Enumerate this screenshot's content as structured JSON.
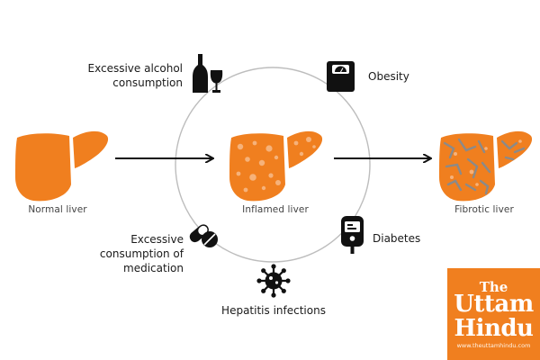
{
  "diagram": {
    "colors": {
      "liver": "#f07f1f",
      "inflammation_spot": "#f6b27a",
      "fibrosis": "#8a8a8a",
      "cycle": "#bdbdbd",
      "arrow": "#111111",
      "logo_bg": "#f07f1f"
    },
    "livers": [
      {
        "id": "normal",
        "label": "Normal liver"
      },
      {
        "id": "inflamed",
        "label": "Inflamed liver"
      },
      {
        "id": "fibrotic",
        "label": "Fibrotic liver"
      }
    ],
    "causes": [
      {
        "id": "alcohol",
        "label": "Excessive alcohol\nconsumption",
        "icon": "wine-bottle-glass-icon"
      },
      {
        "id": "obesity",
        "label": "Obesity",
        "icon": "weighing-scale-icon"
      },
      {
        "id": "diabetes",
        "label": "Diabetes",
        "icon": "glucose-meter-icon"
      },
      {
        "id": "hepatitis",
        "label": "Hepatitis infections",
        "icon": "virus-icon"
      },
      {
        "id": "medication",
        "label": "Excessive\nconsumption of\nmedication",
        "icon": "pill-capsule-icon"
      }
    ]
  },
  "watermark": {
    "line1": "The",
    "line2": "Uttam",
    "line3": "Hindu",
    "url": "www.theuttamhindu.com"
  }
}
